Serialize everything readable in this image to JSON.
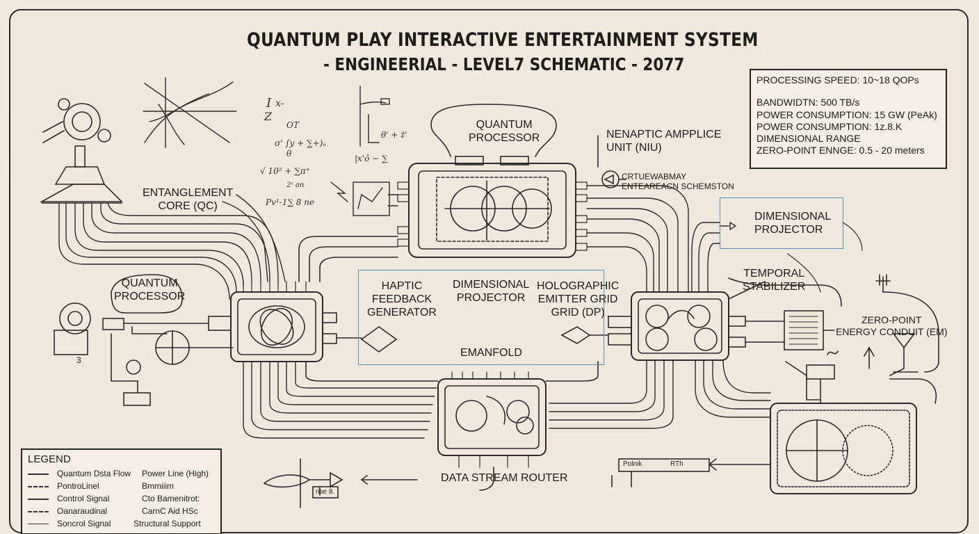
{
  "title": {
    "line1": "QUANTUM PLAY INTERACTIVE ENTERTAINMENT SYSTEM",
    "line2": "- ENGINEERIAL - LEVEL7 SCHEMATIC - 2077"
  },
  "specs": {
    "rows": [
      "PROCESSING SPEED: 10~18 QOPs",
      "BANDWIDTN: 500 TB/s",
      "POWER CONSUMPTION: 15 GW (PeAk)",
      "POWER CONSUMPTION: 1z.8.K",
      "DIMENSIONAL RANGE",
      "ZERO-POINT ENNGE: 0.5 - 20 meters"
    ]
  },
  "labels": {
    "entanglement_core": [
      "ENTANGLEMENT",
      "CORE    (QC)"
    ],
    "quantum_processor_left": [
      "QUANTUM",
      "PROCESSOR"
    ],
    "quantum_processor_top": [
      "QUANTUM",
      "PROCESSOR"
    ],
    "nenaptic": [
      "NENAPTIC AMPPLICE",
      "UNIT (NIU)"
    ],
    "gateway": [
      "CRTUEWABMAY",
      "ENTEAREACN SCHEMSTON"
    ],
    "dimensional_projector_right": [
      "DIMENSIONAL",
      "PROJECTOR"
    ],
    "haptic": [
      "HAPTIC",
      "FEEDBACK",
      "GENERATOR"
    ],
    "dimensional_projector_center": [
      "DIMENSIONAL",
      "PROJECTOR"
    ],
    "holographic": [
      "HOLOGRAPHIC",
      "EMITTER GRID",
      "GRID (DP)"
    ],
    "emanfold": "EMANFOLD",
    "temporal": [
      "TEMPORAL",
      "STABILIZER"
    ],
    "zero_point": [
      "ZERO-POINT",
      "ENERGY CONDUIT (EM)"
    ],
    "data_stream_router": "DATA STREAM ROUTER",
    "small_left_3": "3",
    "rise_box": "rise 8.",
    "meter_left": "Polnik",
    "meter_right": "RTh"
  },
  "math": [
    "I",
    "Z",
    "x-",
    "OT",
    "σ' ∫y + ∑+)ₑ",
    "|x'ô − ∑",
    "√ 10² + ∑π⁺",
    "2ˢ on",
    "Pv¹-1∑ 8 ne",
    "θ",
    "θ' + ‡'"
  ],
  "legend": {
    "title": "LEGEND",
    "items": [
      {
        "label": "Quantum Dsta Flow",
        "style": "line"
      },
      {
        "label": "Power Line (High)",
        "style": "arrow"
      },
      {
        "label": "PontroLinel",
        "style": "dashbox"
      },
      {
        "label": "Bmmiiim",
        "style": "cross"
      },
      {
        "label": "Control Signal",
        "style": "box"
      },
      {
        "label": "Cto Bamenitrot:",
        "style": "circle"
      },
      {
        "label": "Oanaraudinal",
        "style": "dashbox"
      },
      {
        "label": "CarnC Aid HSc",
        "style": "none"
      },
      {
        "label": "Soncrol Signal",
        "style": "line"
      },
      {
        "label": "Structural Support",
        "style": "none"
      }
    ]
  },
  "colors": {
    "paper": "#efe9dc",
    "ink": "#1c1c1c",
    "highlight": "#5b8fc4"
  }
}
